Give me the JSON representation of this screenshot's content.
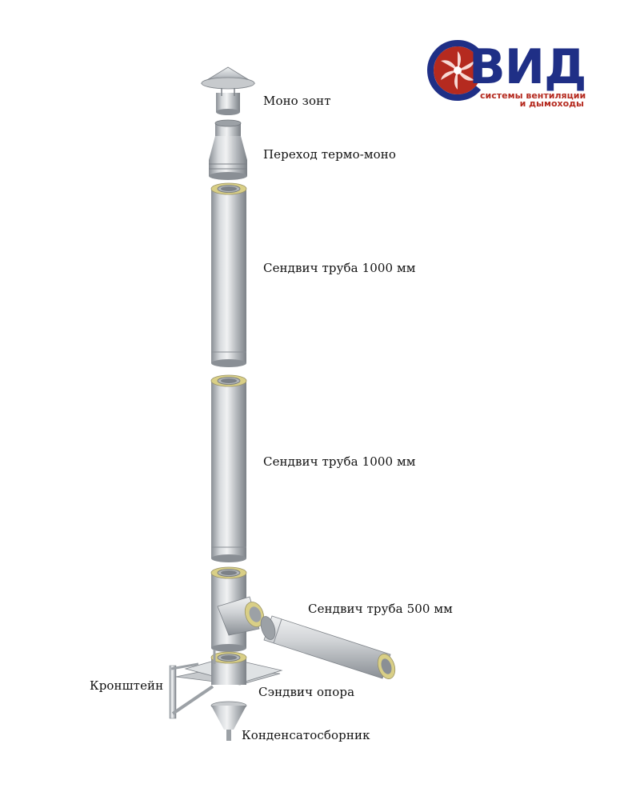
{
  "brand": {
    "name": "ВИД",
    "tagline_line1": "системы вентиляции",
    "tagline_line2": "и дымоходы",
    "colors": {
      "primary": "#1f2f86",
      "accent": "#b52a1f"
    }
  },
  "parts": [
    {
      "id": "rain-cap",
      "label": "Моно зонт"
    },
    {
      "id": "adapter",
      "label": "Переход термо-моно"
    },
    {
      "id": "pipe-top",
      "label": "Сендвич труба 1000 мм"
    },
    {
      "id": "pipe-middle",
      "label": "Сендвич труба 1000 мм"
    },
    {
      "id": "pipe-side",
      "label": "Сендвич труба 500 мм"
    },
    {
      "id": "bracket",
      "label": "Кронштейн"
    },
    {
      "id": "support",
      "label": "Сэндвич опора"
    },
    {
      "id": "condensate",
      "label": "Конденсатосборник"
    }
  ],
  "colors": {
    "steel_light": "#e6e8ea",
    "steel_dark": "#8a8f95",
    "insulation": "#d9cf86"
  }
}
